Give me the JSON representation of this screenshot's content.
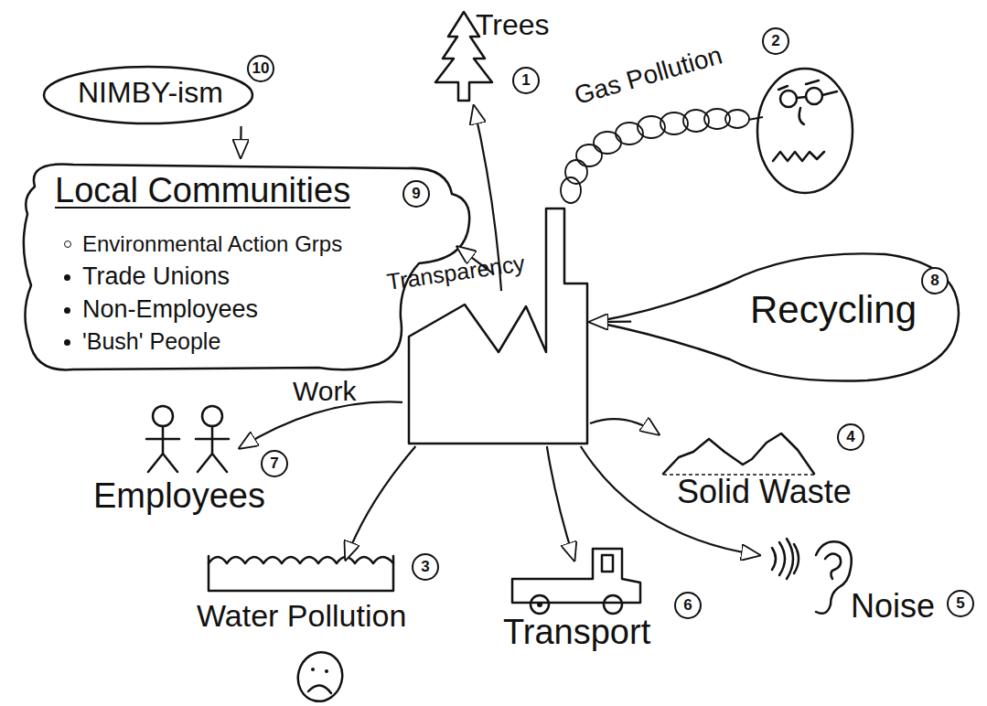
{
  "diagram": {
    "nodes": [
      {
        "text": [
          "NIMBY-ism"
        ]
      },
      {
        "text": [
          "Trees"
        ]
      },
      {
        "text": [
          "Gas Pollution"
        ]
      },
      {
        "text": [
          "Local Communities",
          "Environmental Action Grps",
          "Trade Unions",
          "Non-Employees",
          "'Bush' People"
        ]
      },
      {
        "text": [
          "Transparency"
        ]
      },
      {
        "text": [
          "Recycling"
        ]
      },
      {
        "text": [
          "Employees"
        ]
      },
      {
        "text": [
          "Solid Waste"
        ]
      },
      {
        "text": [
          "Water Pollution"
        ]
      },
      {
        "text": [
          "Transport"
        ]
      },
      {
        "text": [
          "Noise"
        ]
      }
    ],
    "edges": [
      {
        "from": 0,
        "to": 3,
        "arrow": "to"
      },
      {
        "from": 4,
        "to": 1,
        "arrow": "to"
      },
      {
        "from": 4,
        "to": 3,
        "arrow": "to"
      },
      {
        "from": 5,
        "to": 4,
        "arrow": "to"
      },
      {
        "from": 4,
        "to": 6,
        "label": "Work",
        "arrow": "to"
      },
      {
        "from": 4,
        "to": 7,
        "arrow": "to"
      },
      {
        "from": 4,
        "to": 8,
        "arrow": "to"
      },
      {
        "from": 4,
        "to": 9,
        "arrow": "to"
      },
      {
        "from": 4,
        "to": 10,
        "arrow": "to"
      }
    ],
    "labels": [
      "10",
      "1",
      "2",
      "9",
      "8",
      "7",
      "4",
      "3",
      "6",
      "5"
    ]
  }
}
